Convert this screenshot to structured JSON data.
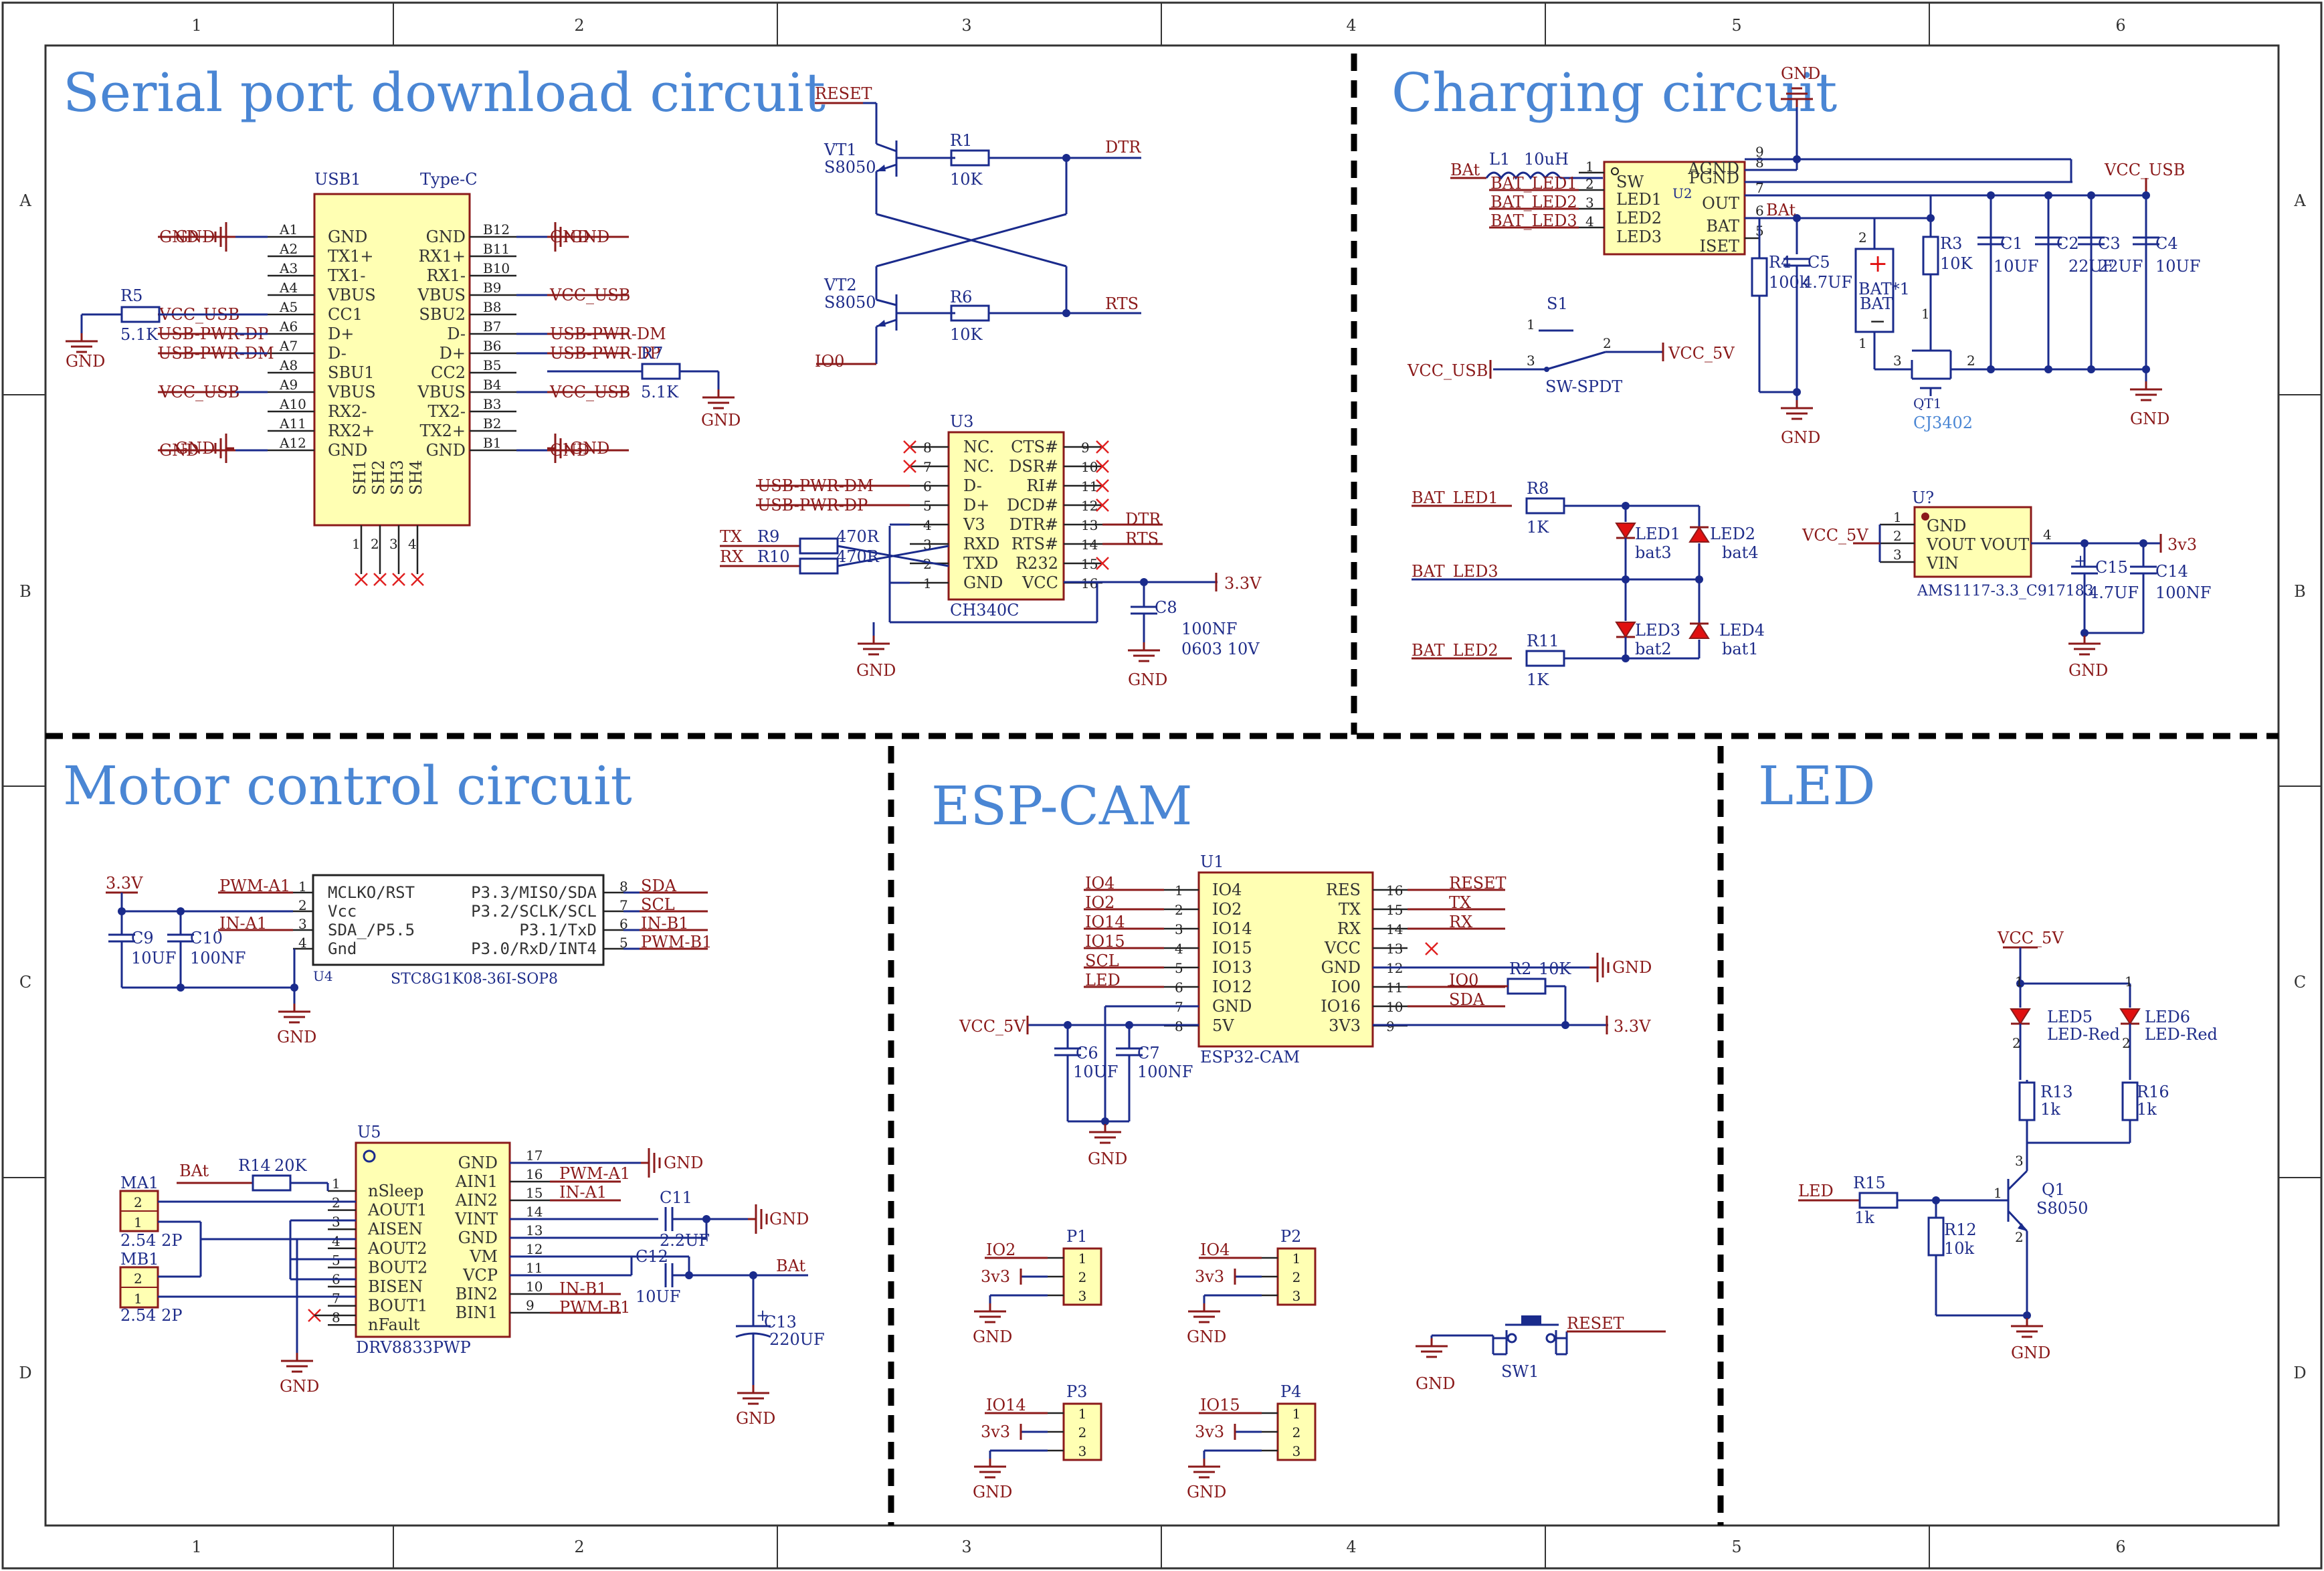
{
  "border": {
    "columns": [
      "1",
      "2",
      "3",
      "4",
      "5",
      "6"
    ],
    "rows": [
      "A",
      "B",
      "C",
      "D"
    ]
  },
  "sections": {
    "serial": "Serial port download circuit",
    "charging": "Charging circuit",
    "motor": "Motor control circuit",
    "espcam": "ESP-CAM",
    "led": "LED"
  },
  "usb1": {
    "ref": "USB1",
    "type": "Type-C",
    "left_pins": [
      {
        "num": "A1",
        "name": "GND",
        "net": "GND"
      },
      {
        "num": "A2",
        "name": "TX1+",
        "net": ""
      },
      {
        "num": "A3",
        "name": "TX1-",
        "net": ""
      },
      {
        "num": "A4",
        "name": "VBUS",
        "net": ""
      },
      {
        "num": "A5",
        "name": "CC1",
        "net": "VCC_USB"
      },
      {
        "num": "A6",
        "name": "D+",
        "net": "USB-PWR-DP"
      },
      {
        "num": "A7",
        "name": "D-",
        "net": "USB-PWR-DM"
      },
      {
        "num": "A8",
        "name": "SBU1",
        "net": ""
      },
      {
        "num": "A9",
        "name": "VBUS",
        "net": "VCC_USB"
      },
      {
        "num": "A10",
        "name": "RX2-",
        "net": ""
      },
      {
        "num": "A11",
        "name": "RX2+",
        "net": ""
      },
      {
        "num": "A12",
        "name": "GND",
        "net": "GND"
      }
    ],
    "right_pins": [
      {
        "num": "B12",
        "name": "GND",
        "net": "GND"
      },
      {
        "num": "B11",
        "name": "RX1+",
        "net": ""
      },
      {
        "num": "B10",
        "name": "RX1-",
        "net": ""
      },
      {
        "num": "B9",
        "name": "VBUS",
        "net": "VCC_USB"
      },
      {
        "num": "B8",
        "name": "SBU2",
        "net": ""
      },
      {
        "num": "B7",
        "name": "D-",
        "net": "USB-PWR-DM"
      },
      {
        "num": "B6",
        "name": "D+",
        "net": "USB-PWR-DP"
      },
      {
        "num": "B5",
        "name": "CC2",
        "net": ""
      },
      {
        "num": "B4",
        "name": "VBUS",
        "net": "VCC_USB"
      },
      {
        "num": "B3",
        "name": "TX2-",
        "net": ""
      },
      {
        "num": "B2",
        "name": "TX2+",
        "net": ""
      },
      {
        "num": "B1",
        "name": "GND",
        "net": "GND"
      }
    ],
    "shield_pins": [
      "SH1",
      "SH2",
      "SH3",
      "SH4"
    ],
    "shield_nums": [
      "1",
      "2",
      "3",
      "4"
    ]
  },
  "r5": {
    "ref": "R5",
    "val": "5.1K"
  },
  "r7": {
    "ref": "R7",
    "val": "5.1K"
  },
  "vt1": {
    "ref": "VT1",
    "part": "S8050"
  },
  "vt2": {
    "ref": "VT2",
    "part": "S8050"
  },
  "r1": {
    "ref": "R1",
    "val": "10K"
  },
  "r6": {
    "ref": "R6",
    "val": "10K"
  },
  "nets": {
    "reset": "RESET",
    "io0": "IO0",
    "dtr": "DTR",
    "rts": "RTS",
    "gnd": "GND",
    "v33": "3.3V",
    "vccusb": "VCC_USB",
    "vcc5v": "VCC_5V",
    "bat": "BAt",
    "tx": "TX",
    "rx": "RX",
    "dp": "USB-PWR-DP",
    "dm": "USB-PWR-DM",
    "batled1": "BAT_LED1",
    "batled2": "BAT_LED2",
    "batled3": "BAT_LED3",
    "v33b": "3v3",
    "led": "LED",
    "sda": "SDA",
    "scl": "SCL",
    "pwma1": "PWM-A1",
    "pwmb1": "PWM-B1",
    "ina1": "IN-A1",
    "inb1": "IN-B1"
  },
  "u3": {
    "ref": "U3",
    "part": "CH340C",
    "left_pins": [
      {
        "num": "8",
        "name": "NC.",
        "net": ""
      },
      {
        "num": "7",
        "name": "NC.",
        "net": ""
      },
      {
        "num": "6",
        "name": "D-",
        "net": "USB-PWR-DM"
      },
      {
        "num": "5",
        "name": "D+",
        "net": "USB-PWR-DP"
      },
      {
        "num": "4",
        "name": "V3",
        "net": ""
      },
      {
        "num": "3",
        "name": "RXD",
        "net": ""
      },
      {
        "num": "2",
        "name": "TXD",
        "net": ""
      },
      {
        "num": "1",
        "name": "GND",
        "net": ""
      }
    ],
    "right_pins": [
      {
        "num": "9",
        "name": "CTS#",
        "net": ""
      },
      {
        "num": "10",
        "name": "DSR#",
        "net": ""
      },
      {
        "num": "11",
        "name": "RI#",
        "net": ""
      },
      {
        "num": "12",
        "name": "DCD#",
        "net": ""
      },
      {
        "num": "13",
        "name": "DTR#",
        "net": "DTR"
      },
      {
        "num": "14",
        "name": "RTS#",
        "net": "RTS"
      },
      {
        "num": "15",
        "name": "R232",
        "net": ""
      },
      {
        "num": "16",
        "name": "VCC",
        "net": ""
      }
    ]
  },
  "r9": {
    "ref": "R9",
    "val": "470R"
  },
  "r10": {
    "ref": "R10",
    "val": "470R"
  },
  "c8": {
    "ref": "C8",
    "val": "100NF",
    "pkg": "0603 10V"
  },
  "l1": {
    "ref": "L1",
    "val": "10uH"
  },
  "u2": {
    "ref": "U2",
    "left_pins": [
      {
        "num": "1",
        "name": "SW",
        "net": ""
      },
      {
        "num": "2",
        "name": "LED1",
        "net": "BAT_LED1"
      },
      {
        "num": "3",
        "name": "LED2",
        "net": "BAT_LED2"
      },
      {
        "num": "4",
        "name": "LED3",
        "net": "BAT_LED3"
      }
    ],
    "right_pins": [
      {
        "num": "9",
        "name": "AGND"
      },
      {
        "num": "8",
        "name": "PGND"
      },
      {
        "num": "7",
        "name": "OUT"
      },
      {
        "num": "6",
        "name": "BAT"
      },
      {
        "num": "5",
        "name": "ISET"
      }
    ],
    "bat_net": "BAt"
  },
  "r4": {
    "ref": "R4",
    "val": "100k"
  },
  "c5": {
    "ref": "C5",
    "val": "4.7UF"
  },
  "bat1": {
    "ref": "BAT*1",
    "name": "BAT",
    "plus": "+",
    "minus": "−"
  },
  "r3": {
    "ref": "R3",
    "val": "10K"
  },
  "c1": {
    "ref": "C1",
    "val": "10UF"
  },
  "c2": {
    "ref": "C2",
    "val": "22UF"
  },
  "c3": {
    "ref": "C3",
    "val": "22UF"
  },
  "c4": {
    "ref": "C4",
    "val": "10UF"
  },
  "qt1": {
    "ref": "QT1",
    "part": "CJ3402"
  },
  "s1": {
    "ref": "S1",
    "part": "SW-SPDT"
  },
  "r8": {
    "ref": "R8",
    "val": "1K"
  },
  "r11": {
    "ref": "R11",
    "val": "1K"
  },
  "leds_bat": [
    {
      "ref": "LED1",
      "label": "bat3"
    },
    {
      "ref": "LED2",
      "label": "bat4"
    },
    {
      "ref": "LED3",
      "label": "bat2"
    },
    {
      "ref": "LED4",
      "label": "bat1"
    }
  ],
  "ureg": {
    "ref": "U?",
    "part": "AMS1117-3.3_C917183",
    "pins": [
      {
        "num": "1",
        "name": "GND"
      },
      {
        "num": "2",
        "name": "VOUT VOUT"
      },
      {
        "num": "3",
        "name": "VIN"
      }
    ],
    "out_num": "4"
  },
  "c15": {
    "ref": "C15",
    "val": "4.7UF"
  },
  "c14": {
    "ref": "C14",
    "val": "100NF"
  },
  "u4": {
    "ref": "U4",
    "part": "STC8G1K08-36I-SOP8",
    "left_pins": [
      {
        "num": "1",
        "name": "MCLKO/RST",
        "net": "PWM-A1"
      },
      {
        "num": "2",
        "name": "Vcc",
        "net": ""
      },
      {
        "num": "3",
        "name": "SDA_/P5.5",
        "net": "IN-A1"
      },
      {
        "num": "4",
        "name": "Gnd",
        "net": ""
      }
    ],
    "right_pins": [
      {
        "num": "8",
        "name": "P3.3/MISO/SDA",
        "net": "SDA"
      },
      {
        "num": "7",
        "name": "P3.2/SCLK/SCL",
        "net": "SCL"
      },
      {
        "num": "6",
        "name": "P3.1/TxD",
        "net": "IN-B1"
      },
      {
        "num": "5",
        "name": "P3.0/RxD/INT4",
        "net": "PWM-B1"
      }
    ]
  },
  "c9": {
    "ref": "C9",
    "val": "10UF"
  },
  "c10": {
    "ref": "C10",
    "val": "100NF"
  },
  "u5": {
    "ref": "U5",
    "part": "DRV8833PWP",
    "left_pins": [
      {
        "num": "1",
        "name": "nSleep"
      },
      {
        "num": "2",
        "name": "AOUT1"
      },
      {
        "num": "3",
        "name": "AISEN"
      },
      {
        "num": "4",
        "name": "AOUT2"
      },
      {
        "num": "5",
        "name": "BOUT2"
      },
      {
        "num": "6",
        "name": "BISEN"
      },
      {
        "num": "7",
        "name": "BOUT1"
      },
      {
        "num": "8",
        "name": "nFault"
      }
    ],
    "right_pins": [
      {
        "num": "17",
        "name": "GND",
        "net": ""
      },
      {
        "num": "16",
        "name": "AIN1",
        "net": "PWM-A1"
      },
      {
        "num": "15",
        "name": "AIN2",
        "net": "IN-A1"
      },
      {
        "num": "14",
        "name": "VINT",
        "net": ""
      },
      {
        "num": "13",
        "name": "GND",
        "net": ""
      },
      {
        "num": "12",
        "name": "VM",
        "net": ""
      },
      {
        "num": "11",
        "name": "VCP",
        "net": ""
      },
      {
        "num": "10",
        "name": "BIN2",
        "net": "IN-B1"
      },
      {
        "num": "9",
        "name": "BIN1",
        "net": "PWM-B1"
      }
    ]
  },
  "r14": {
    "ref": "R14",
    "val": "20K"
  },
  "ma1": {
    "ref": "MA1",
    "pkg": "2.54 2P",
    "pins": [
      "2",
      "1"
    ]
  },
  "mb1": {
    "ref": "MB1",
    "pkg": "2.54 2P",
    "pins": [
      "2",
      "1"
    ]
  },
  "c11": {
    "ref": "C11",
    "val": "2.2UF"
  },
  "c12": {
    "ref": "C12",
    "val": "10UF"
  },
  "c13": {
    "ref": "C13",
    "val": "220UF"
  },
  "u1": {
    "ref": "U1",
    "part": "ESP32-CAM",
    "left_pins": [
      {
        "num": "1",
        "name": "IO4",
        "net": "IO4"
      },
      {
        "num": "2",
        "name": "IO2",
        "net": "IO2"
      },
      {
        "num": "3",
        "name": "IO14",
        "net": "IO14"
      },
      {
        "num": "4",
        "name": "IO15",
        "net": "IO15"
      },
      {
        "num": "5",
        "name": "IO13",
        "net": "SCL"
      },
      {
        "num": "6",
        "name": "IO12",
        "net": "LED"
      },
      {
        "num": "7",
        "name": "GND",
        "net": ""
      },
      {
        "num": "8",
        "name": "5V",
        "net": ""
      }
    ],
    "right_pins": [
      {
        "num": "16",
        "name": "RES",
        "net": "RESET"
      },
      {
        "num": "15",
        "name": "TX",
        "net": "TX"
      },
      {
        "num": "14",
        "name": "RX",
        "net": "RX"
      },
      {
        "num": "13",
        "name": "VCC",
        "net": ""
      },
      {
        "num": "12",
        "name": "GND",
        "net": ""
      },
      {
        "num": "11",
        "name": "IO0",
        "net": "IO0"
      },
      {
        "num": "10",
        "name": "IO16",
        "net": "SDA"
      },
      {
        "num": "9",
        "name": "3V3",
        "net": ""
      }
    ]
  },
  "r2": {
    "ref": "R2",
    "val": "10K"
  },
  "c6": {
    "ref": "C6",
    "val": "10UF"
  },
  "c7": {
    "ref": "C7",
    "val": "100NF"
  },
  "headers": [
    {
      "ref": "P1",
      "net": "IO2",
      "pins": [
        "1",
        "2",
        "3"
      ]
    },
    {
      "ref": "P2",
      "net": "IO4",
      "pins": [
        "1",
        "2",
        "3"
      ]
    },
    {
      "ref": "P3",
      "net": "IO14",
      "pins": [
        "1",
        "2",
        "3"
      ]
    },
    {
      "ref": "P4",
      "net": "IO15",
      "pins": [
        "1",
        "2",
        "3"
      ]
    }
  ],
  "sw1": {
    "ref": "SW1"
  },
  "led5": {
    "ref": "LED5",
    "part": "LED-Red"
  },
  "led6": {
    "ref": "LED6",
    "part": "LED-Red"
  },
  "r13": {
    "ref": "R13",
    "val": "1k"
  },
  "r16": {
    "ref": "R16",
    "val": "1k"
  },
  "r15": {
    "ref": "R15",
    "val": "1k"
  },
  "r12": {
    "ref": "R12",
    "val": "10k"
  },
  "q1": {
    "ref": "Q1",
    "part": "S8050"
  }
}
